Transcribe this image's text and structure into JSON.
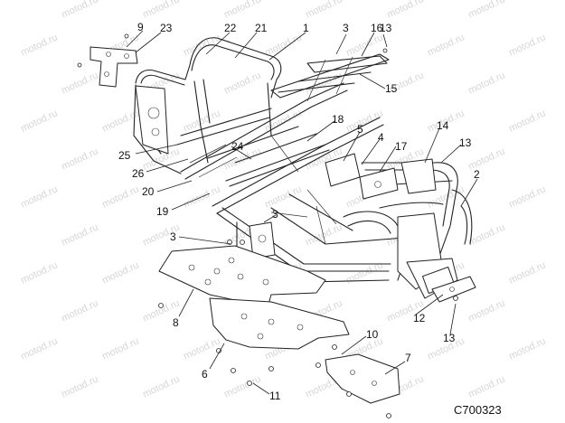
{
  "watermark": "motod.ru",
  "diagram_code": "C700323",
  "callouts": [
    {
      "id": "c1",
      "label": "1"
    },
    {
      "id": "c2",
      "label": "2"
    },
    {
      "id": "c3a",
      "label": "3"
    },
    {
      "id": "c3b",
      "label": "3"
    },
    {
      "id": "c3c",
      "label": "3"
    },
    {
      "id": "c4",
      "label": "4"
    },
    {
      "id": "c5",
      "label": "5"
    },
    {
      "id": "c6",
      "label": "6"
    },
    {
      "id": "c7",
      "label": "7"
    },
    {
      "id": "c8",
      "label": "8"
    },
    {
      "id": "c9",
      "label": "9"
    },
    {
      "id": "c10",
      "label": "10"
    },
    {
      "id": "c11",
      "label": "11"
    },
    {
      "id": "c12",
      "label": "12"
    },
    {
      "id": "c13a",
      "label": "13"
    },
    {
      "id": "c13b",
      "label": "13"
    },
    {
      "id": "c13c",
      "label": "13"
    },
    {
      "id": "c14",
      "label": "14"
    },
    {
      "id": "c15",
      "label": "15"
    },
    {
      "id": "c16",
      "label": "16"
    },
    {
      "id": "c17",
      "label": "17"
    },
    {
      "id": "c18",
      "label": "18"
    },
    {
      "id": "c19",
      "label": "19"
    },
    {
      "id": "c20",
      "label": "20"
    },
    {
      "id": "c21",
      "label": "21"
    },
    {
      "id": "c22",
      "label": "22"
    },
    {
      "id": "c23",
      "label": "23"
    },
    {
      "id": "c24",
      "label": "24"
    },
    {
      "id": "c25",
      "label": "25"
    },
    {
      "id": "c26",
      "label": "26"
    }
  ]
}
